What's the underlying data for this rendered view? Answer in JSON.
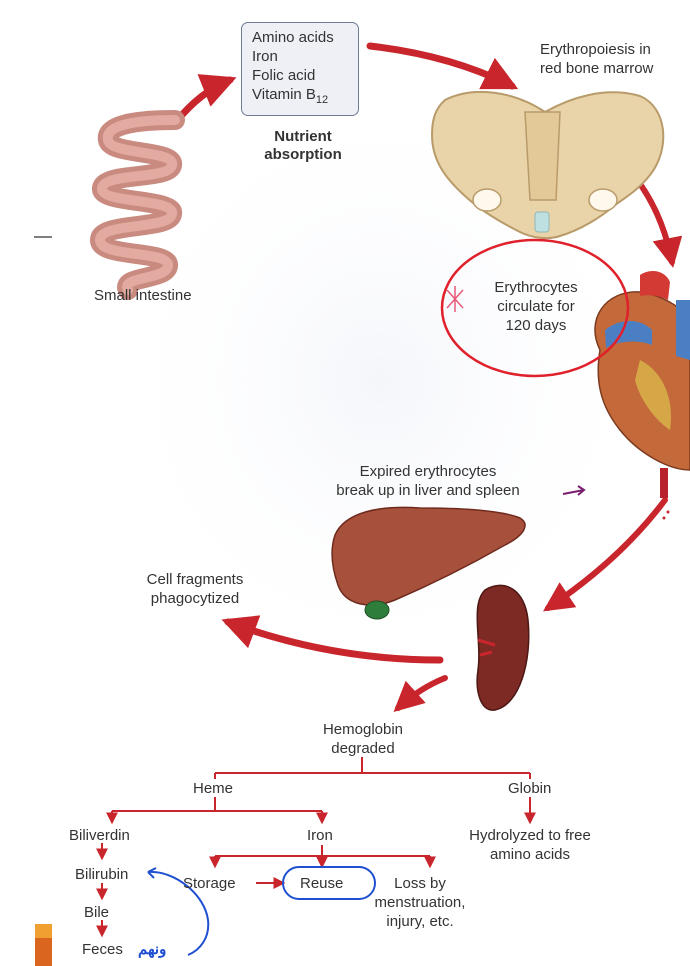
{
  "nutrients": {
    "items": [
      "Amino acids",
      "Iron",
      "Folic acid",
      "Vitamin B"
    ],
    "b12_subscript": "12",
    "caption_line1": "Nutrient",
    "caption_line2": "absorption"
  },
  "labels": {
    "erythropoiesis_line1": "Erythropoiesis in",
    "erythropoiesis_line2": "red bone marrow",
    "small_intestine": "Small intestine",
    "circulate_line1": "Erythrocytes",
    "circulate_line2": "circulate for",
    "circulate_line3": "120 days",
    "expired_line1": "Expired erythrocytes",
    "expired_line2": "break up in liver and spleen",
    "fragments_line1": "Cell fragments",
    "fragments_line2": "phagocytized",
    "hemoglobin_line1": "Hemoglobin",
    "hemoglobin_line2": "degraded"
  },
  "tree": {
    "heme": "Heme",
    "globin": "Globin",
    "biliverdin": "Biliverdin",
    "iron": "Iron",
    "hydrolyzed_line1": "Hydrolyzed to free",
    "hydrolyzed_line2": "amino acids",
    "bilirubin": "Bilirubin",
    "storage": "Storage",
    "reuse": "Reuse",
    "loss_line1": "Loss by",
    "loss_line2": "menstruation,",
    "loss_line3": "injury, etc.",
    "bile": "Bile",
    "feces": "Feces"
  },
  "annotations": {
    "arabic_note": "ونهم"
  },
  "colors": {
    "arrow_red": "#c8262c",
    "annotation_red": "#e0202a",
    "annotation_blue": "#1f4fd1",
    "annotation_purple": "#7a1f6e",
    "bone": "#e9d3a9",
    "organ_liver": "#a7503c",
    "organ_spleen": "#7d2a24"
  }
}
